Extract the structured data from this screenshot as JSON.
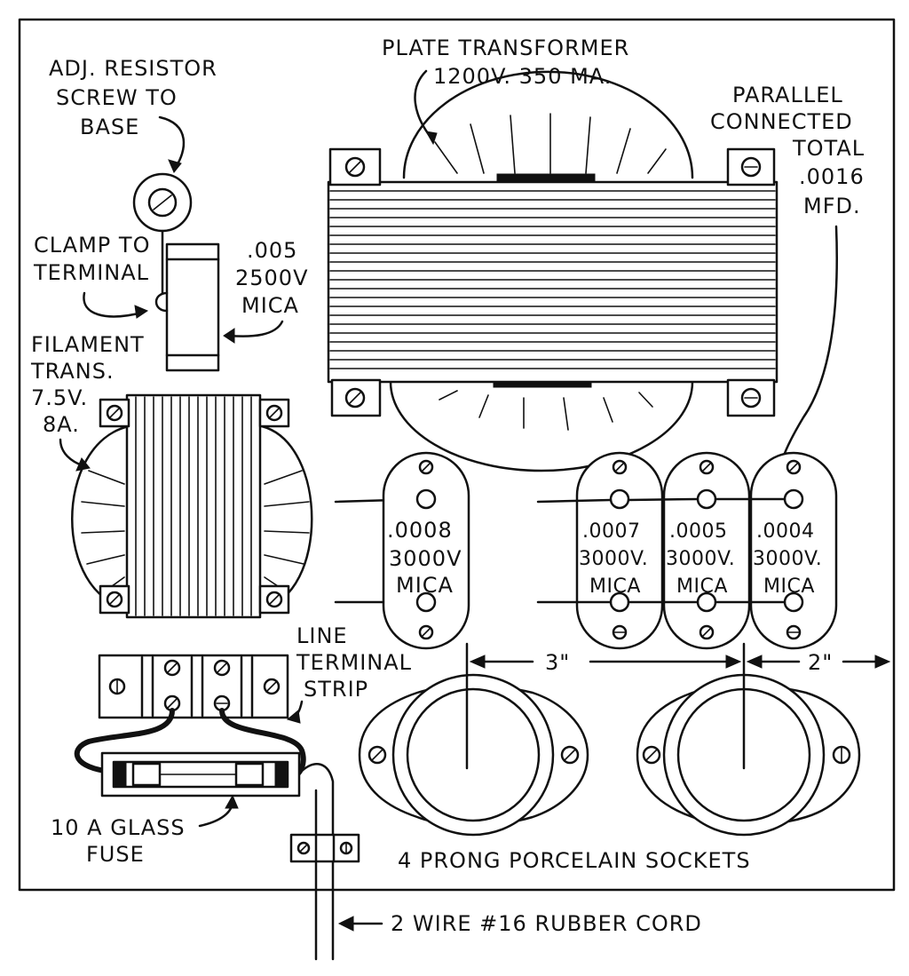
{
  "labels": {
    "plate_transformer": [
      "PLATE TRANSFORMER",
      "1200V. 350 MA."
    ],
    "adj_resistor": [
      "ADJ. RESISTOR",
      "SCREW TO",
      "BASE"
    ],
    "clamp_to_terminal": [
      "CLAMP TO",
      "TERMINAL"
    ],
    "cap_005": [
      ".005",
      "2500V",
      "MICA"
    ],
    "parallel_connected": [
      "PARALLEL",
      "CONNECTED",
      "TOTAL",
      ".0016",
      "MFD."
    ],
    "filament_trans": [
      "FILAMENT",
      "TRANS.",
      "7.5V.",
      "8A."
    ],
    "cap_0008": [
      ".0008",
      "3000V",
      "MICA"
    ],
    "cap_0007": [
      ".0007",
      "3000V.",
      "MICA"
    ],
    "cap_0005": [
      ".0005",
      "3000V.",
      "MICA"
    ],
    "cap_0004": [
      ".0004",
      "3000V.",
      "MICA"
    ],
    "line_terminal_strip": [
      "LINE",
      "TERMINAL",
      "STRIP"
    ],
    "dim_3in": "3\"",
    "dim_2in": "2\"",
    "fuse": [
      "10 A GLASS",
      "FUSE"
    ],
    "sockets": "4 PRONG PORCELAIN SOCKETS",
    "cord": "2 WIRE  #16 RUBBER CORD"
  }
}
